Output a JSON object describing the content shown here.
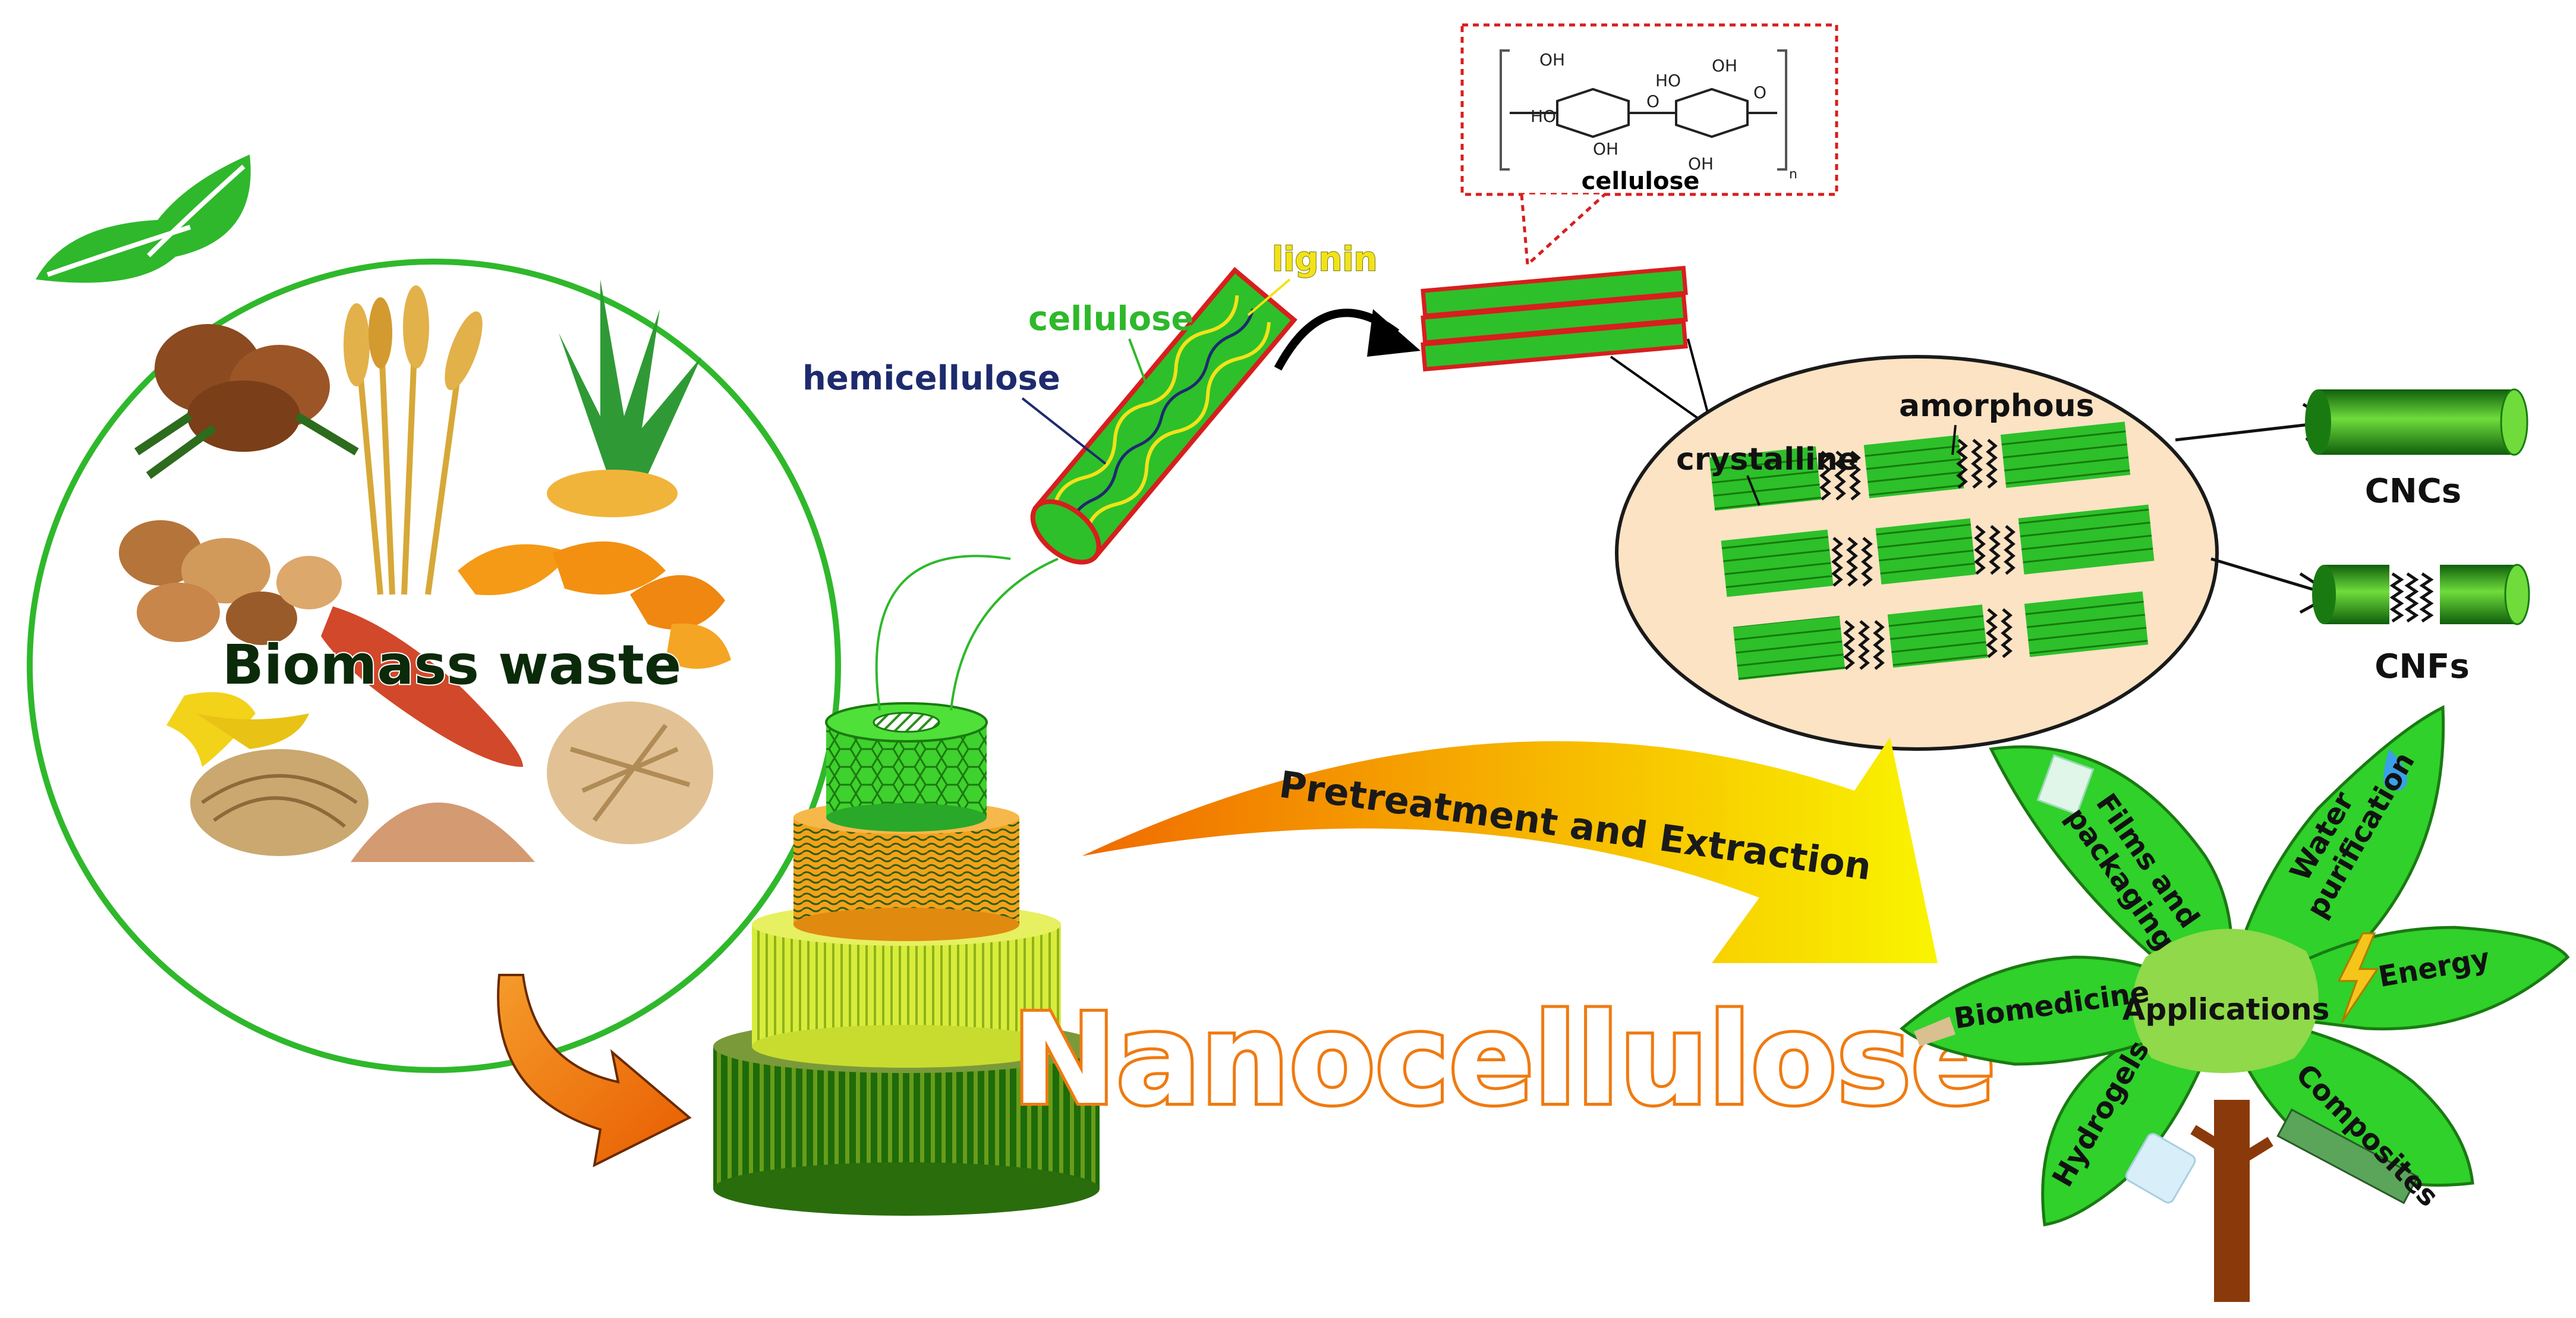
{
  "labels": {
    "biomass_waste": "Biomass waste",
    "lignin": "lignin",
    "cellulose": "cellulose",
    "hemicellulose": "hemicellulose",
    "cellulose_structure": "cellulose",
    "crystalline": "crystalline",
    "amorphous": "amorphous",
    "cncs": "CNCs",
    "cnfs": "CNFs",
    "pretreatment": "Pretreatment and Extraction",
    "nanocellulose": "Nanocellulose",
    "applications": "Applications"
  },
  "applications": {
    "films": [
      "Films and",
      "packaging"
    ],
    "water": [
      "Water",
      "purification"
    ],
    "energy": "Energy",
    "biomedicine": "Biomedicine",
    "hydrogels": "Hydrogels",
    "composites": "Composites"
  },
  "chem": {
    "oh": "OH",
    "ho": "HO",
    "o": "O",
    "n": "n"
  },
  "colors": {
    "leaf_green": "#2fb82b",
    "dark_green": "#1f7a12",
    "orange": "#f07a10",
    "yellow": "#f2e21a",
    "red": "#d81e1e",
    "navy": "#1d2b6e",
    "tree_trunk": "#8a3a0a",
    "oval_fill": "#fbe3c4"
  }
}
